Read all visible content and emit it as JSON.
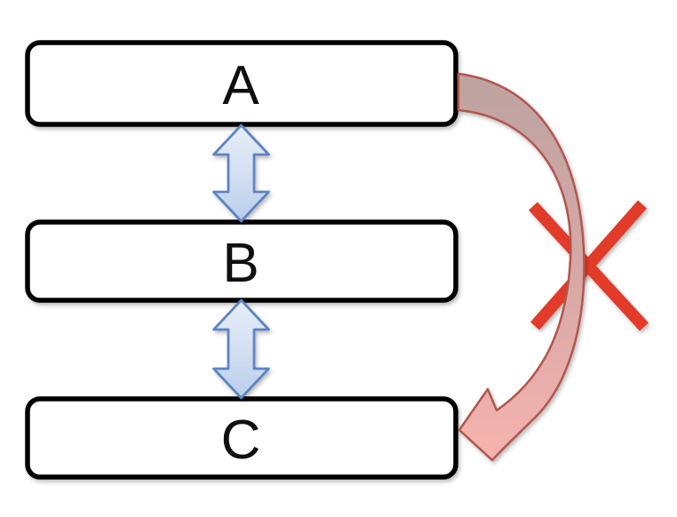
{
  "diagram": {
    "description": "Three stacked layers A, B, C; adjacent layers linked by bidirectional arrows; a direct curved arrow from A to C is crossed out with a red X",
    "nodes": [
      {
        "id": "A",
        "label": "A"
      },
      {
        "id": "B",
        "label": "B"
      },
      {
        "id": "C",
        "label": "C"
      }
    ],
    "connectors": [
      {
        "id": "ab",
        "type": "double-headed-vertical-arrow",
        "from": "A",
        "to": "B",
        "fill_top": "#e4ebf8",
        "fill_bottom": "#b9cdeb",
        "stroke": "#5b84c2"
      },
      {
        "id": "bc",
        "type": "double-headed-vertical-arrow",
        "from": "B",
        "to": "C",
        "fill_top": "#e4ebf8",
        "fill_bottom": "#b9cdeb",
        "stroke": "#5b84c2"
      },
      {
        "id": "ac",
        "type": "curved-arrow-crossed-out",
        "from": "A",
        "to": "C",
        "fill_top": "#bda3a2",
        "fill_bottom": "#f6b3af",
        "stroke": "#b3574d"
      }
    ],
    "prohibition_mark": {
      "icon": "red-x-icon",
      "color": "#e23a2b"
    },
    "colors": {
      "background": "#ffffff",
      "box_fill": "#ffffff",
      "box_border": "#000000",
      "label_color": "#0f0f0f"
    }
  }
}
